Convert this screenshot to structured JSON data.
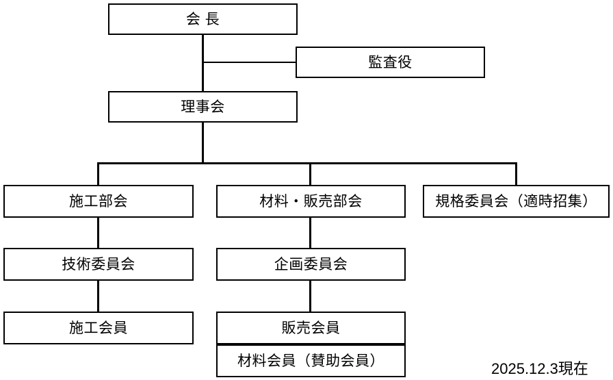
{
  "chart": {
    "type": "org-chart",
    "title": "",
    "footer_note": "2025.12.3現在",
    "nodes": {
      "chairman": {
        "label": "会 長"
      },
      "auditor": {
        "label": "監査役"
      },
      "board": {
        "label": "理事会"
      },
      "construction_division": {
        "label": "施工部会"
      },
      "materials_sales_division": {
        "label": "材料・販売部会"
      },
      "standards_committee": {
        "label": "規格委員会（適時招集）"
      },
      "technical_committee": {
        "label": "技術委員会"
      },
      "planning_committee": {
        "label": "企画委員会"
      },
      "construction_members": {
        "label": "施工会員"
      },
      "sales_members": {
        "label": "販売会員"
      },
      "materials_members": {
        "label": "材料会員（賛助会員）"
      }
    },
    "edges": [
      {
        "from": "chairman",
        "to": "board"
      },
      {
        "from": "chairman",
        "to": "auditor"
      },
      {
        "from": "board",
        "to": "construction_division"
      },
      {
        "from": "board",
        "to": "materials_sales_division"
      },
      {
        "from": "board",
        "to": "standards_committee"
      },
      {
        "from": "construction_division",
        "to": "technical_committee"
      },
      {
        "from": "technical_committee",
        "to": "construction_members"
      },
      {
        "from": "materials_sales_division",
        "to": "planning_committee"
      },
      {
        "from": "planning_committee",
        "to": "sales_members"
      },
      {
        "from": "sales_members",
        "to": "materials_members"
      }
    ],
    "colors": {
      "line": "#000000",
      "box_fill": "#ffffff",
      "text": "#000000"
    }
  }
}
